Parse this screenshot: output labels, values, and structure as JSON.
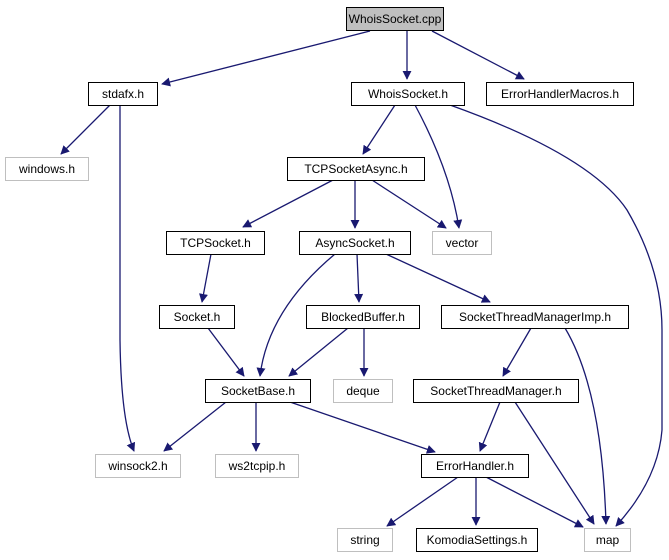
{
  "diagram": {
    "colors": {
      "edge": "#191970",
      "node_border": "#000000",
      "root_fill": "#bfbfbf",
      "external_border": "#bfbfbf",
      "text": "#000000",
      "external_text": "#000000"
    },
    "nodes": [
      {
        "id": "n0",
        "label": "WhoisSocket.cpp",
        "kind": "root"
      },
      {
        "id": "n1",
        "label": "stdafx.h",
        "kind": "local"
      },
      {
        "id": "n2",
        "label": "WhoisSocket.h",
        "kind": "local"
      },
      {
        "id": "n3",
        "label": "ErrorHandlerMacros.h",
        "kind": "local"
      },
      {
        "id": "n4",
        "label": "windows.h",
        "kind": "external"
      },
      {
        "id": "n5",
        "label": "TCPSocketAsync.h",
        "kind": "local"
      },
      {
        "id": "n6",
        "label": "TCPSocket.h",
        "kind": "local"
      },
      {
        "id": "n7",
        "label": "AsyncSocket.h",
        "kind": "local"
      },
      {
        "id": "n8",
        "label": "vector",
        "kind": "external"
      },
      {
        "id": "n9",
        "label": "Socket.h",
        "kind": "local"
      },
      {
        "id": "n10",
        "label": "BlockedBuffer.h",
        "kind": "local"
      },
      {
        "id": "n11",
        "label": "SocketThreadManagerImp.h",
        "kind": "local"
      },
      {
        "id": "n12",
        "label": "SocketBase.h",
        "kind": "local"
      },
      {
        "id": "n13",
        "label": "deque",
        "kind": "external"
      },
      {
        "id": "n14",
        "label": "SocketThreadManager.h",
        "kind": "local"
      },
      {
        "id": "n15",
        "label": "winsock2.h",
        "kind": "external"
      },
      {
        "id": "n16",
        "label": "ws2tcpip.h",
        "kind": "external"
      },
      {
        "id": "n17",
        "label": "ErrorHandler.h",
        "kind": "local"
      },
      {
        "id": "n18",
        "label": "string",
        "kind": "external"
      },
      {
        "id": "n19",
        "label": "KomodiaSettings.h",
        "kind": "local"
      },
      {
        "id": "n20",
        "label": "map",
        "kind": "external"
      }
    ],
    "edges": [
      {
        "from": "n0",
        "to": "n1"
      },
      {
        "from": "n0",
        "to": "n2"
      },
      {
        "from": "n0",
        "to": "n3"
      },
      {
        "from": "n1",
        "to": "n4"
      },
      {
        "from": "n1",
        "to": "n15"
      },
      {
        "from": "n2",
        "to": "n5"
      },
      {
        "from": "n2",
        "to": "n8"
      },
      {
        "from": "n2",
        "to": "n20"
      },
      {
        "from": "n5",
        "to": "n6"
      },
      {
        "from": "n5",
        "to": "n7"
      },
      {
        "from": "n5",
        "to": "n8"
      },
      {
        "from": "n6",
        "to": "n9"
      },
      {
        "from": "n9",
        "to": "n12"
      },
      {
        "from": "n7",
        "to": "n12"
      },
      {
        "from": "n7",
        "to": "n10"
      },
      {
        "from": "n7",
        "to": "n11"
      },
      {
        "from": "n10",
        "to": "n12"
      },
      {
        "from": "n10",
        "to": "n13"
      },
      {
        "from": "n11",
        "to": "n14"
      },
      {
        "from": "n11",
        "to": "n20"
      },
      {
        "from": "n12",
        "to": "n15"
      },
      {
        "from": "n12",
        "to": "n16"
      },
      {
        "from": "n12",
        "to": "n17"
      },
      {
        "from": "n14",
        "to": "n17"
      },
      {
        "from": "n14",
        "to": "n20"
      },
      {
        "from": "n17",
        "to": "n18"
      },
      {
        "from": "n17",
        "to": "n19"
      },
      {
        "from": "n17",
        "to": "n20"
      }
    ]
  }
}
